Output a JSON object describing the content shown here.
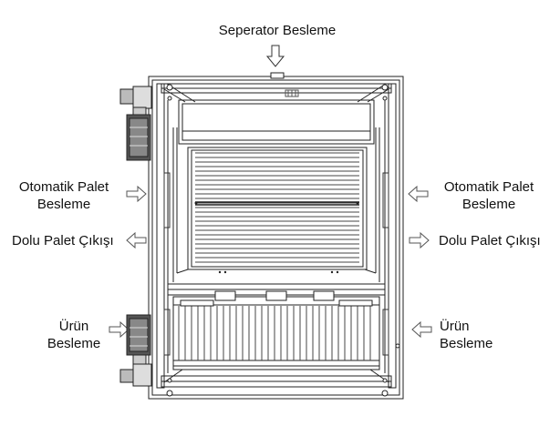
{
  "labels": {
    "top": "Seperator  Besleme",
    "left_pallet_feed_line1": "Otomatik Palet",
    "left_pallet_feed_line2": "Besleme",
    "left_full_pallet_exit": "Dolu Palet Çıkışı",
    "left_product_feed_line1": "Ürün",
    "left_product_feed_line2": "Besleme",
    "right_pallet_feed_line1": "Otomatik Palet",
    "right_pallet_feed_line2": "Besleme",
    "right_full_pallet_exit": "Dolu Palet Çıkışı",
    "right_product_feed_line1": "Ürün",
    "right_product_feed_line2": "Besleme"
  },
  "colors": {
    "line": "#222222",
    "light_line": "#555555",
    "fill_dark": "#3a3a3a",
    "fill_mid": "#888888",
    "fill_light": "#d9d9d9",
    "background": "#ffffff"
  },
  "icons": {
    "arrow_down": "arrow-down-icon",
    "arrow_left": "arrow-left-icon",
    "arrow_right": "arrow-right-icon"
  }
}
